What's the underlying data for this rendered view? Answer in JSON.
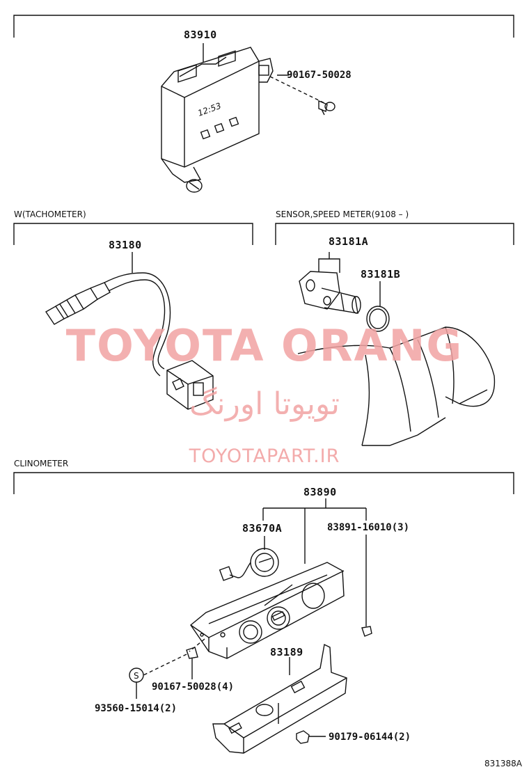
{
  "sections": {
    "tachometer": "W(TACHOMETER)",
    "speed_sensor": "SENSOR,SPEED METER(9108 –          )",
    "clinometer": "CLINOMETER"
  },
  "parts": {
    "p83910": "83910",
    "p90167_50028": "90167-50028",
    "p83180": "83180",
    "p83181A": "83181A",
    "p83181B": "83181B",
    "p83890": "83890",
    "p83670A": "83670A",
    "p83891": "83891-16010(3)",
    "p83189": "83189",
    "p90167_50028_4": "90167-50028(4)",
    "p93560": "93560-15014(2)",
    "p90179": "90179-06144(2)",
    "s_symbol": "S"
  },
  "watermark": {
    "line1": "TOYOTA ORANG",
    "line2": "تویوتا اورنگ",
    "line3": "TOYOTAPART.IR"
  },
  "figure_id": "831388A"
}
